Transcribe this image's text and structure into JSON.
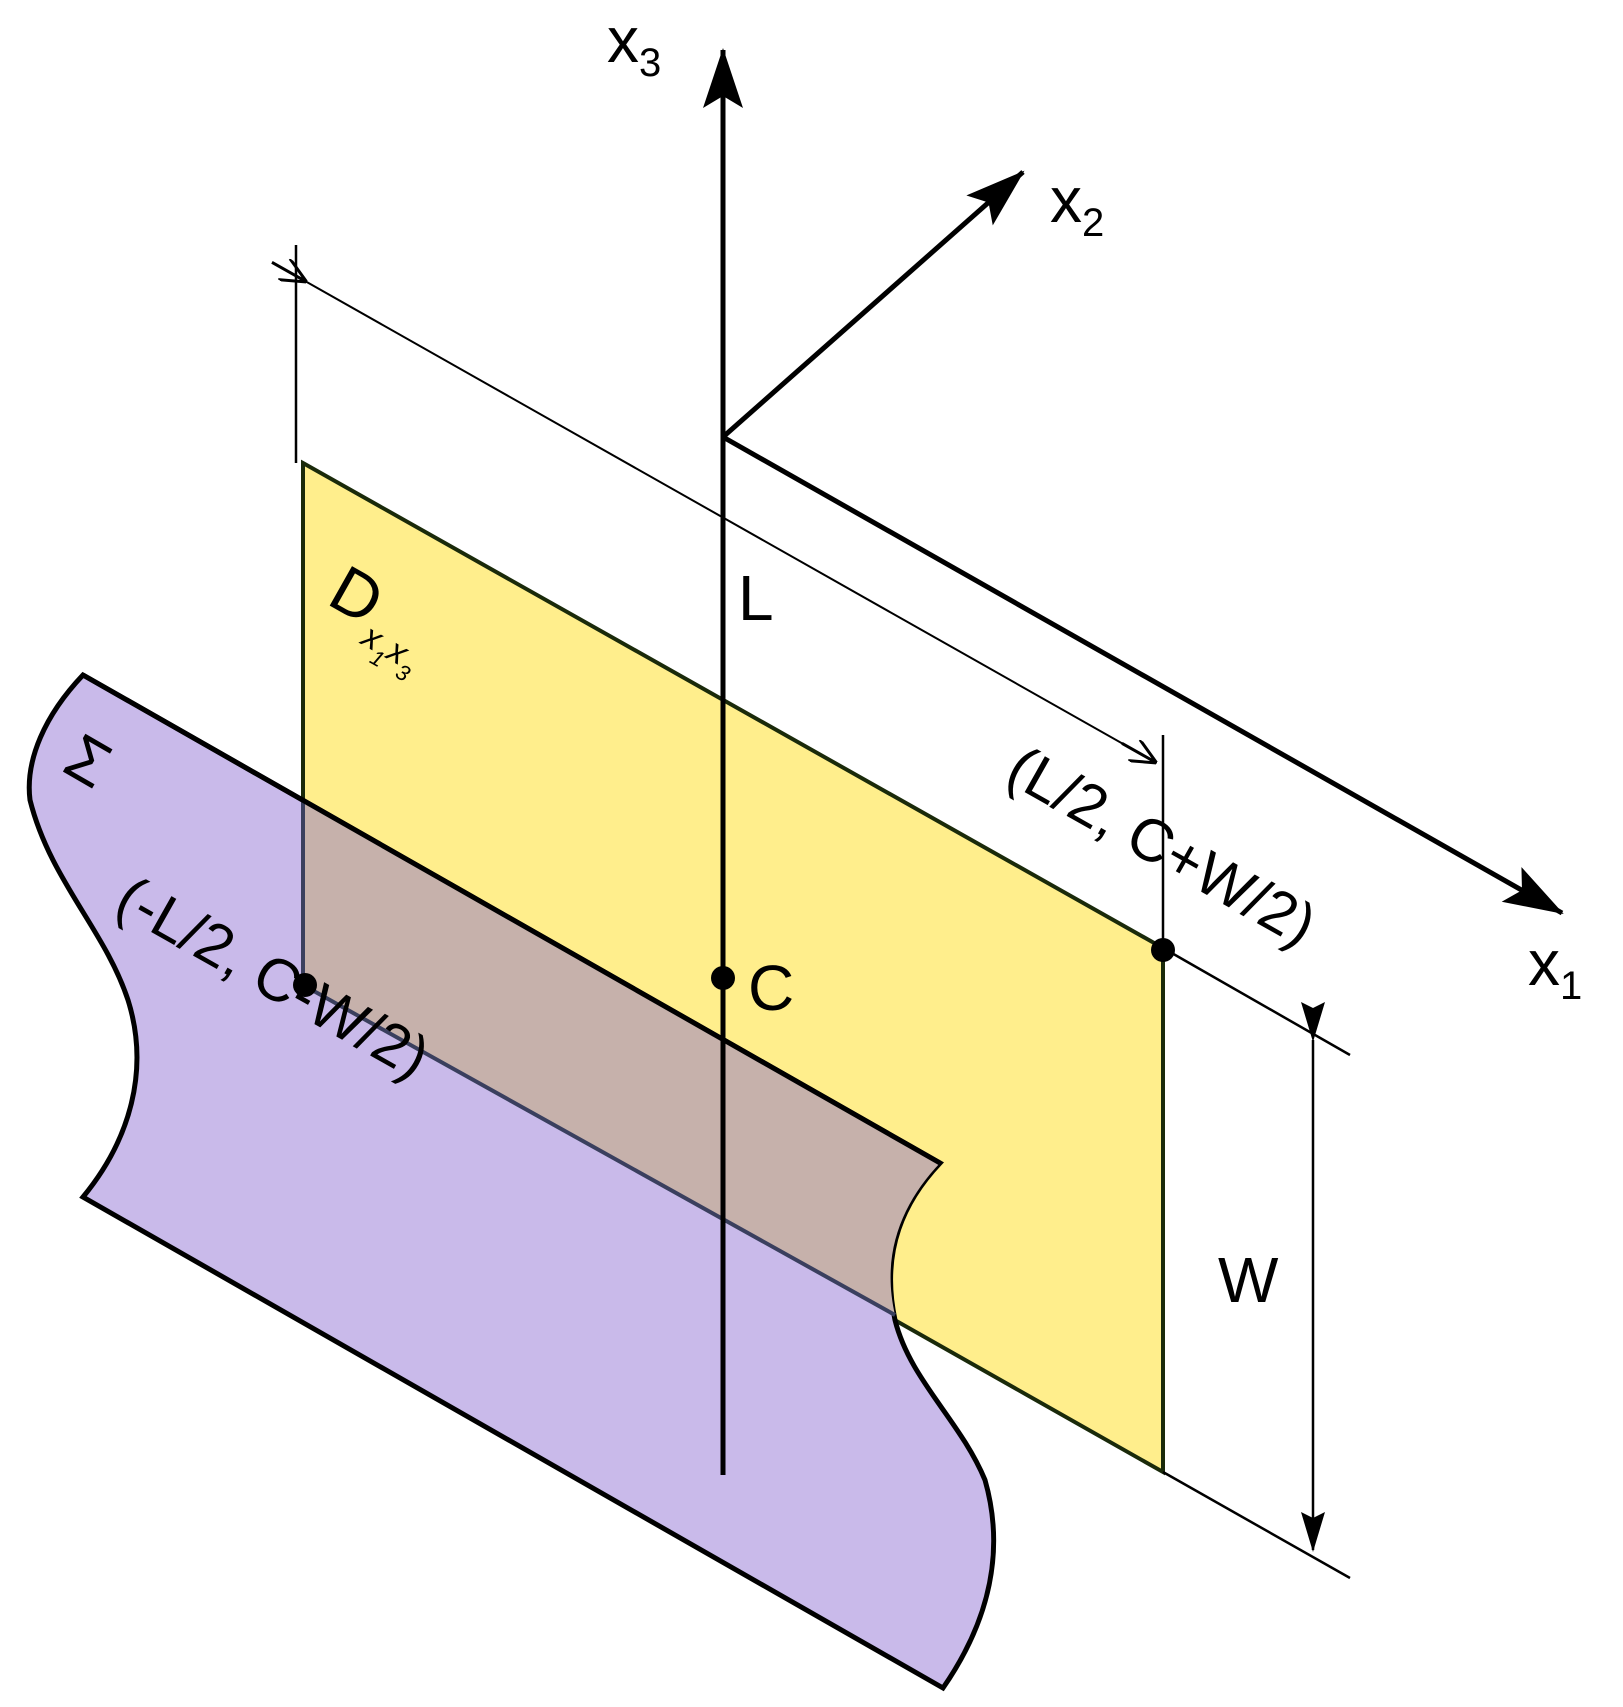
{
  "axes": {
    "x1": {
      "base": "x",
      "sub": "1"
    },
    "x2": {
      "base": "x",
      "sub": "2"
    },
    "x3": {
      "base": "x",
      "sub": "3"
    }
  },
  "labels": {
    "L": "L",
    "C": "C",
    "W": "W",
    "sigma": "Σ",
    "domain": {
      "base": "D",
      "sub1": "x",
      "sub1sub": "1",
      "sub2": "x",
      "sub2sub": "3"
    },
    "corner_right": "(L/2, C+W/2)",
    "corner_left": "(-L/2, C-W/2)"
  },
  "colors": {
    "domain_fill": "#FFEE8C",
    "sigma_fill": "#C9BAEA",
    "overlap_fill": "#C6B1AB",
    "stroke": "#000000",
    "domain_edge": "#1A2A0A"
  }
}
